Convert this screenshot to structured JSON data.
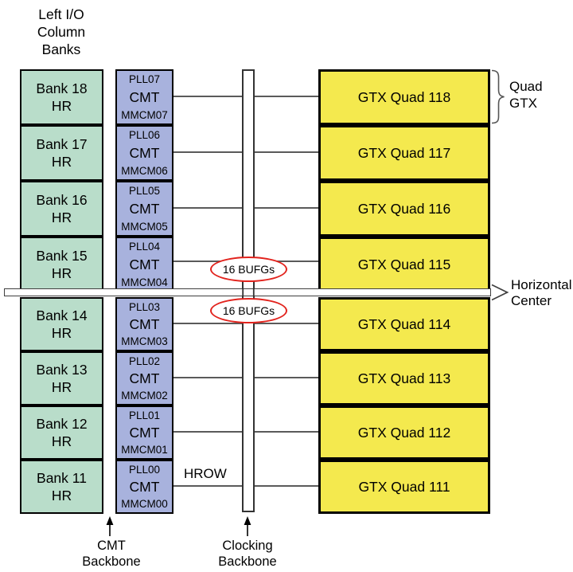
{
  "title": "Left I/O\nColumn\nBanks",
  "io_banks": [
    {
      "label": "Bank 18\nHR"
    },
    {
      "label": "Bank 17\nHR"
    },
    {
      "label": "Bank 16\nHR"
    },
    {
      "label": "Bank 15\nHR"
    },
    {
      "label": "Bank 14\nHR"
    },
    {
      "label": "Bank 13\nHR"
    },
    {
      "label": "Bank 12\nHR"
    },
    {
      "label": "Bank 11\nHR"
    }
  ],
  "cmts": [
    {
      "pll": "PLL07",
      "name": "CMT",
      "mmcm": "MMCM07"
    },
    {
      "pll": "PLL06",
      "name": "CMT",
      "mmcm": "MMCM06"
    },
    {
      "pll": "PLL05",
      "name": "CMT",
      "mmcm": "MMCM05"
    },
    {
      "pll": "PLL04",
      "name": "CMT",
      "mmcm": "MMCM04"
    },
    {
      "pll": "PLL03",
      "name": "CMT",
      "mmcm": "MMCM03"
    },
    {
      "pll": "PLL02",
      "name": "CMT",
      "mmcm": "MMCM02"
    },
    {
      "pll": "PLL01",
      "name": "CMT",
      "mmcm": "MMCM01"
    },
    {
      "pll": "PLL00",
      "name": "CMT",
      "mmcm": "MMCM00"
    }
  ],
  "gtx_quads": [
    {
      "label": "GTX Quad 118"
    },
    {
      "label": "GTX Quad 117"
    },
    {
      "label": "GTX Quad 116"
    },
    {
      "label": "GTX Quad 115"
    },
    {
      "label": "GTX Quad 114"
    },
    {
      "label": "GTX Quad 113"
    },
    {
      "label": "GTX Quad 112"
    },
    {
      "label": "GTX Quad 111"
    }
  ],
  "annotations": {
    "bufg_top": "16 BUFGs",
    "bufg_bottom": "16 BUFGs",
    "hrow": "HROW",
    "horizontal_center": "Horizontal\nCenter",
    "quad_gtx": "Quad\nGTX",
    "cmt_backbone": "CMT\nBackbone",
    "clocking_backbone": "Clocking\nBackbone"
  },
  "colors": {
    "bank_fill": "#b9ddca",
    "cmt_fill": "#a8b2dd",
    "gtx_fill": "#f4e94e",
    "bufg_oval_stroke": "#e2231d",
    "connector_line": "#5a5a5a",
    "box_border": "#000000"
  }
}
